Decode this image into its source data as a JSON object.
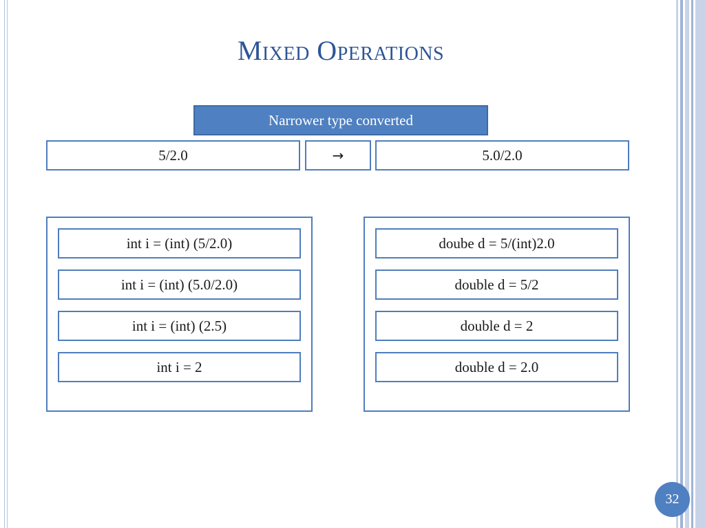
{
  "slide": {
    "title": "Mixed Operations",
    "header_label": "Narrower type converted",
    "conversion": {
      "from": "5/2.0",
      "arrow": "→",
      "to": "5.0/2.0"
    },
    "left_panel": {
      "lines": [
        "int i = (int) (5/2.0)",
        "int i = (int) (5.0/2.0)",
        "int i = (int) (2.5)",
        "int i = 2"
      ]
    },
    "right_panel": {
      "lines": [
        "doube d = 5/(int)2.0",
        "double d = 5/2",
        "double d = 2",
        "double d = 2.0"
      ]
    },
    "page_number": "32"
  },
  "colors": {
    "title": "#2e5596",
    "accent_blue": "#4f80c1",
    "box_border": "#4f7dbc",
    "stripe_light": "#c8d3e8",
    "stripe_mid": "#9fb3d6"
  }
}
